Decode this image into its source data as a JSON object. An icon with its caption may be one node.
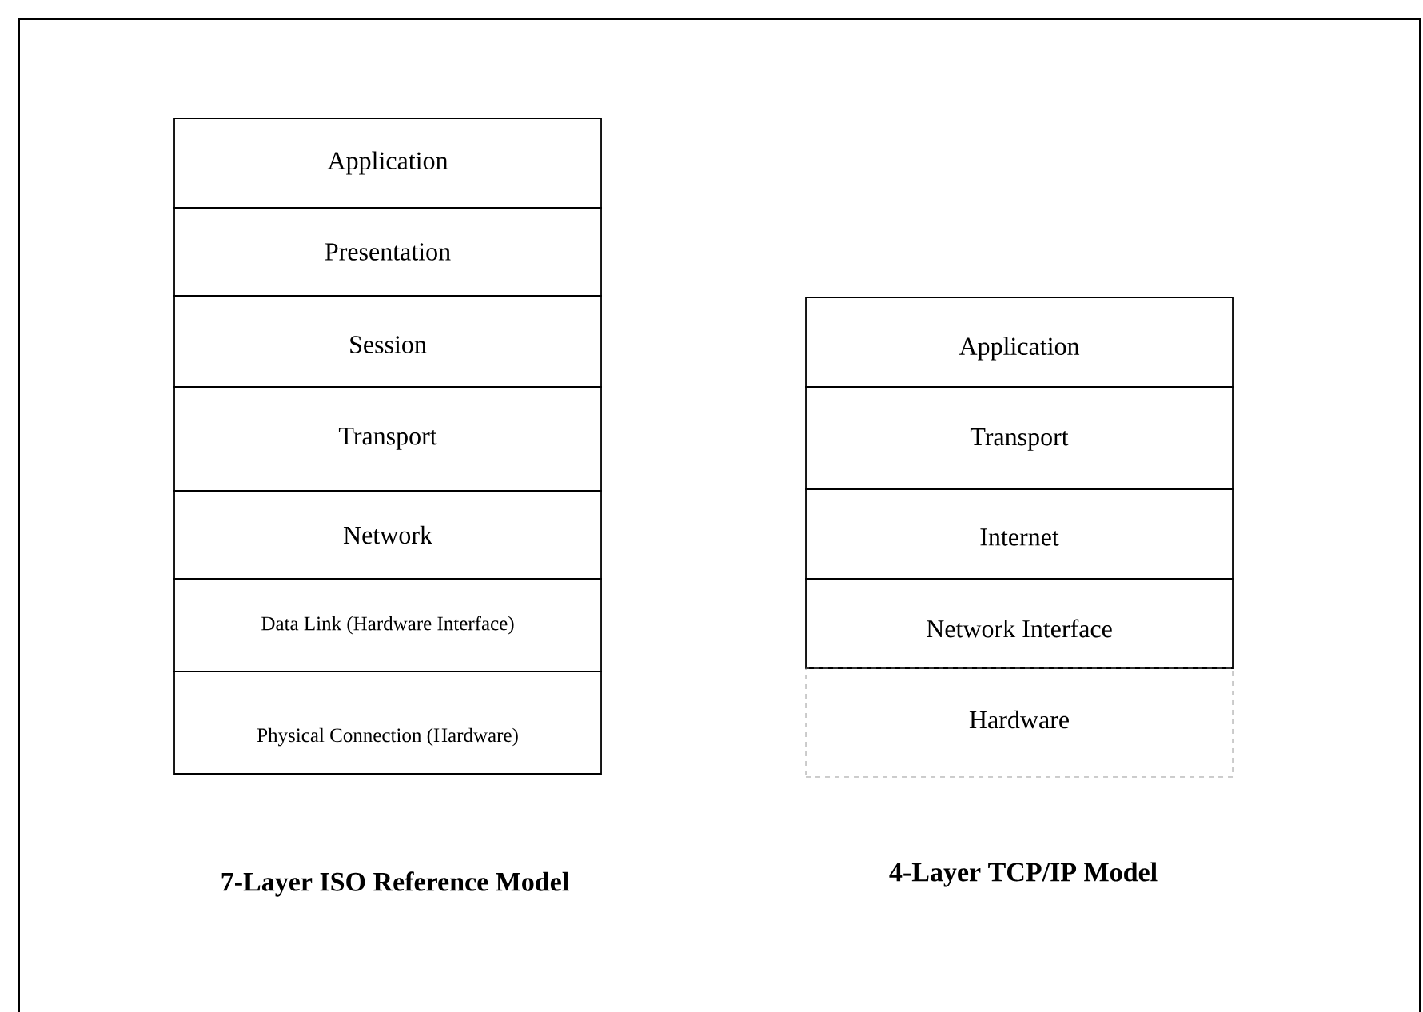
{
  "diagram": {
    "nodes": [
      {
        "text": [
          "Application"
        ]
      },
      {
        "text": [
          "Presentation"
        ]
      },
      {
        "text": [
          "Session"
        ]
      },
      {
        "text": [
          "Transport"
        ]
      },
      {
        "text": [
          "Network"
        ]
      },
      {
        "text": [
          "Data Link (Hardware Interface)"
        ]
      },
      {
        "text": [
          "Physical Connection (Hardware)"
        ]
      },
      {
        "text": [
          "Application"
        ]
      },
      {
        "text": [
          "Transport"
        ]
      },
      {
        "text": [
          "Internet"
        ]
      },
      {
        "text": [
          "Network Interface"
        ]
      },
      {
        "text": [
          "Hardware"
        ]
      }
    ],
    "edges": [],
    "labels": [
      "7-Layer ISO Reference Model",
      "4-Layer TCP/IP Model"
    ]
  }
}
